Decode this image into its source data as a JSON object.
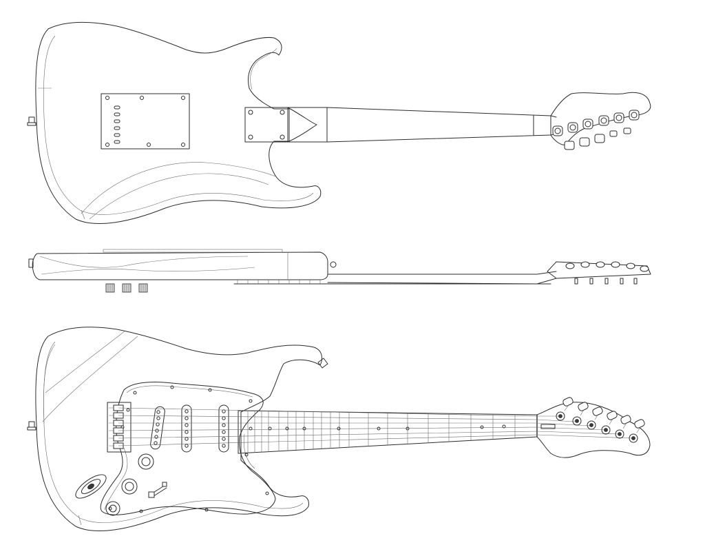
{
  "drawing": {
    "subject": "electric-guitar-plan",
    "views": [
      "back-view",
      "side-view",
      "front-view"
    ],
    "line_color": "#2a2a2a",
    "background": "#ffffff",
    "string_count": 6,
    "tuner_count": 6,
    "fret_count": 21,
    "pickup_count": 3,
    "control_knob_count": 3,
    "fret_marker_count": 9
  }
}
